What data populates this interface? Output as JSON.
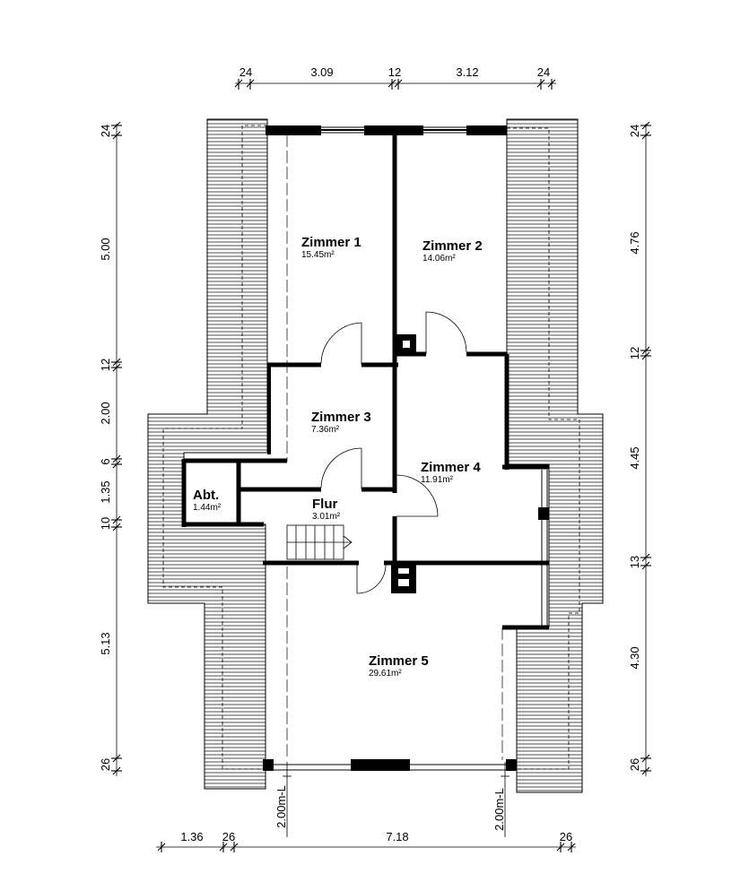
{
  "rooms": [
    {
      "name": "Zimmer 1",
      "area": "15.45m²"
    },
    {
      "name": "Zimmer 2",
      "area": "14.06m²"
    },
    {
      "name": "Zimmer 3",
      "area": "7.36m²"
    },
    {
      "name": "Zimmer 4",
      "area": "11.91m²"
    },
    {
      "name": "Abt.",
      "area": "1.44m²"
    },
    {
      "name": "Flur",
      "area": "3.01m²"
    },
    {
      "name": "Zimmer 5",
      "area": "29.61m²"
    }
  ],
  "dims": {
    "top": [
      "24",
      "3.09",
      "12",
      "3.12",
      "24"
    ],
    "left": [
      "24",
      "5.00",
      "12",
      "2.00",
      "6",
      "1.35",
      "10",
      "5.13",
      "26"
    ],
    "right": [
      "24",
      "4.76",
      "12",
      "4.45",
      "13",
      "4.30",
      "26"
    ],
    "bottom": [
      "1.36",
      "26",
      "7.18",
      "26"
    ]
  },
  "height_labels": [
    "2.00m-L",
    "2.00m-L"
  ]
}
